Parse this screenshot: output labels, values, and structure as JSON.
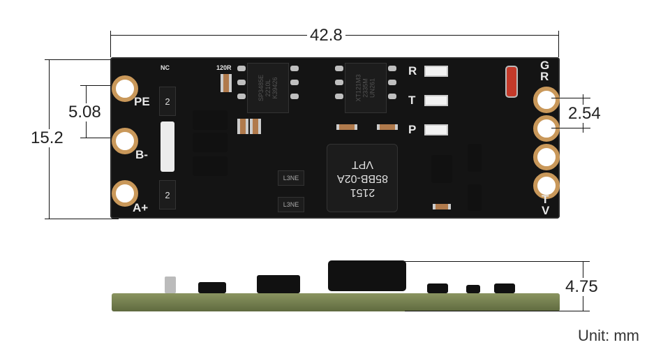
{
  "dimensions": {
    "length": "42.8",
    "width": "15.2",
    "pin_pitch_left": "5.08",
    "pin_pitch_right": "2.54",
    "height": "4.75",
    "unit_note": "Unit: mm"
  },
  "silkscreen": {
    "left_labels": [
      "PE",
      "B-",
      "A+"
    ],
    "top_labels": [
      "NC",
      "120R"
    ],
    "led_labels": [
      "R",
      "T",
      "P"
    ],
    "right_labels": [
      "G",
      "R",
      "T",
      "V"
    ],
    "fuse_marks": [
      "2",
      "2"
    ]
  },
  "chips": {
    "transceiver": [
      "SP3485E",
      "2210L",
      "K39426"
    ],
    "isolator": [
      "XT121M3",
      "2335M",
      "UN261"
    ],
    "transformer": [
      "2151",
      "85BB-02A",
      "VPT"
    ],
    "diodes": [
      "L3NE",
      "L3NE"
    ]
  },
  "colors": {
    "pcb": "#141414",
    "pad": "#c9985a",
    "side_pcb": "#7a8450"
  }
}
